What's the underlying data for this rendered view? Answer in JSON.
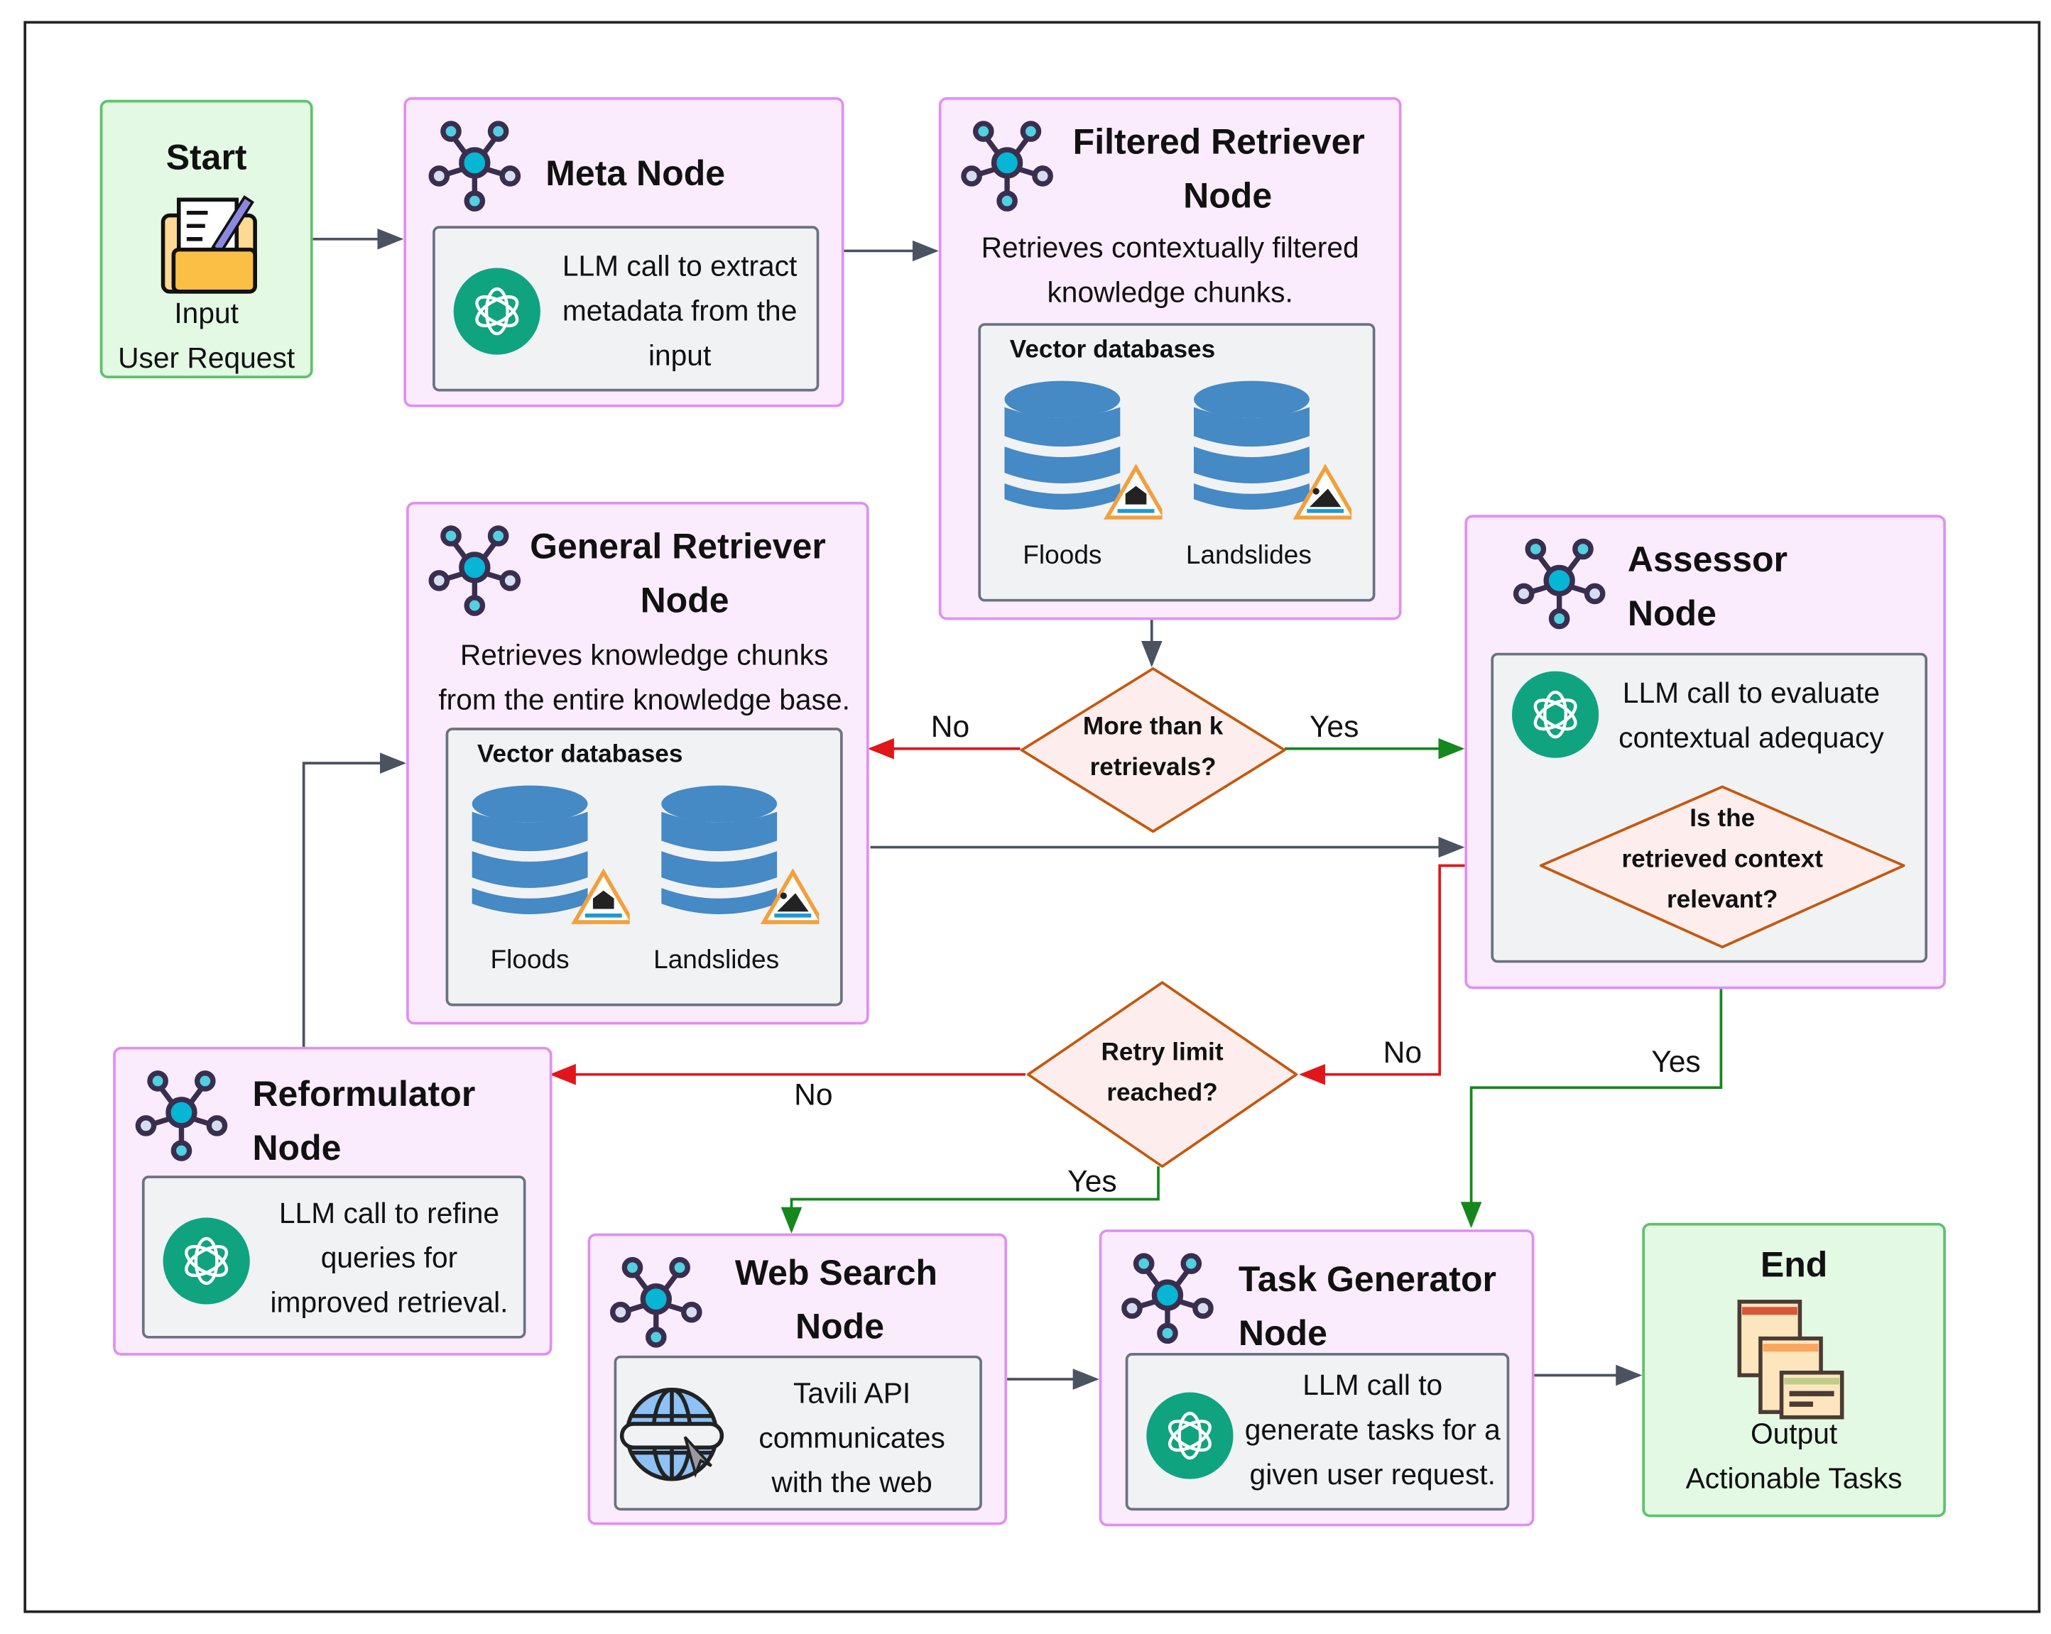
{
  "diagram": {
    "start": {
      "title": "Start",
      "line1": "Input",
      "line2": "User Request",
      "icon": "document-folder-icon"
    },
    "end": {
      "title": "End",
      "line1": "Output",
      "line2": "Actionable Tasks",
      "icon": "task-list-icon"
    },
    "meta_node": {
      "title": "Meta Node",
      "desc_lines": [
        "LLM call to extract",
        "metadata from the",
        "input"
      ]
    },
    "filtered_retriever": {
      "title1": "Filtered Retriever",
      "title2": "Node",
      "desc_lines": [
        "Retrieves contextually filtered",
        "knowledge chunks."
      ],
      "db_label": "Vector databases",
      "dbs": [
        "Floods",
        "Landslides"
      ]
    },
    "general_retriever": {
      "title1": "General Retriever",
      "title2": "Node",
      "desc_lines": [
        "Retrieves knowledge chunks",
        "from the entire knowledge base."
      ],
      "db_label": "Vector databases",
      "dbs": [
        "Floods",
        "Landslides"
      ]
    },
    "assessor": {
      "title1": "Assessor",
      "title2": "Node",
      "desc_lines": [
        "LLM call to evaluate",
        "contextual adequacy"
      ],
      "decision_lines": [
        "Is the",
        "retrieved context",
        "relevant?"
      ]
    },
    "reformulator": {
      "title1": "Reformulator",
      "title2": "Node",
      "desc_lines": [
        "LLM call to refine",
        "queries for",
        "improved retrieval."
      ]
    },
    "web_search": {
      "title1": "Web Search",
      "title2": "Node",
      "desc_lines": [
        "Tavili API",
        "communicates",
        "with the web"
      ]
    },
    "task_generator": {
      "title1": "Task Generator",
      "title2": "Node",
      "desc_lines": [
        "LLM call to",
        "generate tasks for a",
        "given user request."
      ]
    },
    "decision_k": {
      "lines": [
        "More than k",
        "retrievals?"
      ],
      "no": "No",
      "yes": "Yes"
    },
    "decision_retry": {
      "lines": [
        "Retry limit",
        "reached?"
      ],
      "no": "No",
      "yes": "Yes"
    },
    "edge_labels": {
      "assessor_no": "No",
      "assessor_yes": "Yes"
    },
    "colors": {
      "node_fill": "#fbecfd",
      "node_border": "#e08ff2",
      "terminal_fill": "#e3f9e3",
      "terminal_border": "#5cc36a",
      "yes_edge": "#15881d",
      "no_edge": "#e0161b",
      "edge": "#4b5260",
      "decision_border": "#c4580f",
      "decision_fill": "#fdeeed",
      "llm": "#10a37f",
      "db": "#4589c5"
    }
  }
}
